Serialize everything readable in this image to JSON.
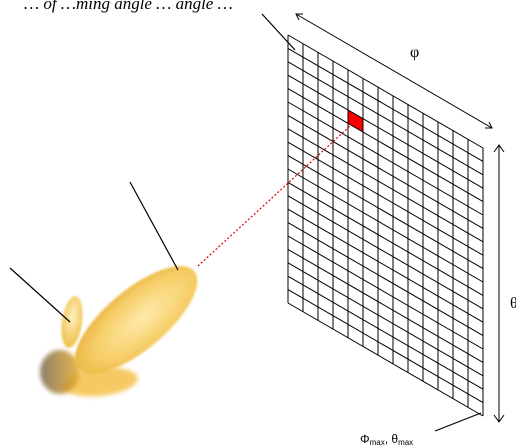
{
  "caption": "… of …ming angle … angle …",
  "labels": {
    "phi_axis": "φ",
    "theta_axis_partial": "θ",
    "corner": {
      "phi_symbol": "Φ",
      "phi_sub": "max",
      "separator": ", ",
      "theta_symbol": "θ",
      "theta_sub": "max"
    }
  },
  "grid": {
    "columns": 13,
    "rows": 20,
    "highlight": {
      "column": 4,
      "row": 3
    }
  },
  "colors": {
    "line": "#000000",
    "highlight": "#ff0000",
    "beam": "#e8ad2c",
    "beam_light": "#ffe8a6",
    "ray": "#e10000"
  }
}
